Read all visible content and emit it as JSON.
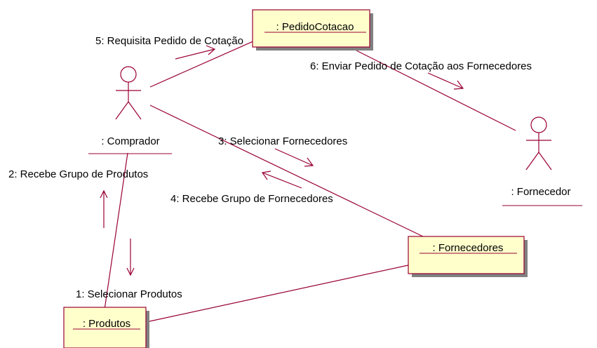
{
  "objects": {
    "pedido_cotacao": ": PedidoCotacao",
    "fornecedores": ": Fornecedores",
    "produtos": ": Produtos"
  },
  "actors": {
    "comprador": ": Comprador",
    "fornecedor": ": Fornecedor"
  },
  "messages": {
    "m1": "1: Selecionar Produtos",
    "m2": "2: Recebe Grupo de Produtos",
    "m3": "3: Selecionar Fornecedores",
    "m4": "4: Recebe Grupo de Fornecedores",
    "m5": "5: Requisita Pedido de Cotação",
    "m6": "6: Enviar Pedido de Cotação aos Fornecedores"
  },
  "colors": {
    "line": "#990033",
    "object_fill": "#ffffcc"
  }
}
